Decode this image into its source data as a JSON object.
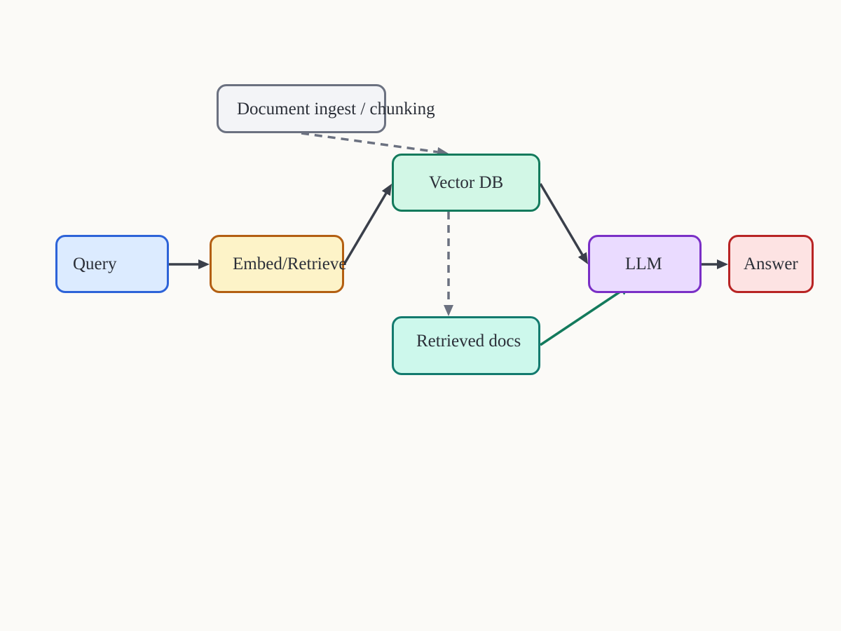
{
  "nodes": {
    "ingest": {
      "label": "Document ingest / chunking",
      "fill": "#f3f4f7",
      "border": "#6b7180"
    },
    "vectordb": {
      "label": "Vector DB",
      "fill": "#d2f7e6",
      "border": "#137a5c"
    },
    "query": {
      "label": "Query",
      "fill": "#dcebff",
      "border": "#2d63d8"
    },
    "embed": {
      "label": "Embed/Retrieve",
      "fill": "#fdf3c8",
      "border": "#b35f12"
    },
    "llm": {
      "label": "LLM",
      "fill": "#eadbff",
      "border": "#7a2fc6"
    },
    "answer": {
      "label": "Answer",
      "fill": "#fde3e3",
      "border": "#b82424"
    },
    "retrieved": {
      "label": "Retrieved docs",
      "fill": "#cdf8ec",
      "border": "#137a6e"
    }
  },
  "edges": [
    {
      "from": "query",
      "to": "embed",
      "style": "solid",
      "color": "#3a3f4a"
    },
    {
      "from": "embed",
      "to": "vectordb",
      "style": "solid",
      "color": "#3a3f4a"
    },
    {
      "from": "ingest",
      "to": "vectordb",
      "style": "dashed",
      "color": "#6b7180"
    },
    {
      "from": "vectordb",
      "to": "llm",
      "style": "solid",
      "color": "#3a3f4a"
    },
    {
      "from": "vectordb",
      "to": "retrieved",
      "style": "dashed",
      "color": "#6b7180"
    },
    {
      "from": "llm",
      "to": "answer",
      "style": "solid",
      "color": "#3a3f4a"
    },
    {
      "from": "retrieved",
      "to": "llm",
      "style": "solid",
      "color": "#137a5c"
    }
  ]
}
